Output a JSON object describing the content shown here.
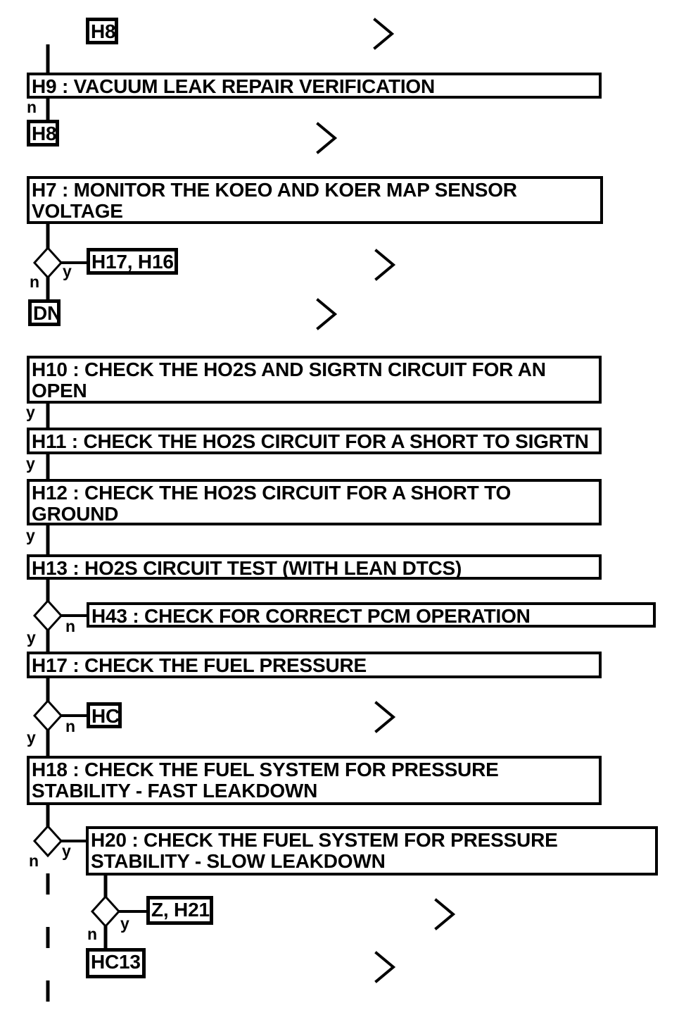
{
  "diagram": {
    "type": "flowchart",
    "ink_color": "#000000",
    "background_color": "#ffffff"
  },
  "nodes": {
    "h8_top": {
      "lines": [
        "H8"
      ]
    },
    "h9": {
      "lines": [
        "H9 : VACUUM LEAK REPAIR VERIFICATION"
      ]
    },
    "h8_return": {
      "lines": [
        "H8"
      ]
    },
    "h7": {
      "lines": [
        "H7 : MONITOR THE KOEO AND KOER MAP SENSOR",
        "VOLTAGE"
      ]
    },
    "h17_h16": {
      "lines": [
        "H17, H16"
      ]
    },
    "dn": {
      "lines": [
        "DN"
      ]
    },
    "h10": {
      "lines": [
        "H10 : CHECK THE HO2S AND SIGRTN CIRCUIT FOR AN",
        "OPEN"
      ]
    },
    "h11": {
      "lines": [
        "H11 : CHECK THE HO2S CIRCUIT FOR A SHORT TO SIGRTN"
      ]
    },
    "h12": {
      "lines": [
        "H12 : CHECK THE HO2S CIRCUIT FOR A SHORT TO",
        "GROUND"
      ]
    },
    "h13": {
      "lines": [
        "H13 : HO2S CIRCUIT TEST (WITH LEAN DTCS)"
      ]
    },
    "h43": {
      "lines": [
        "H43 : CHECK FOR CORRECT PCM OPERATION"
      ]
    },
    "h17": {
      "lines": [
        "H17 : CHECK THE FUEL PRESSURE"
      ]
    },
    "hc": {
      "lines": [
        "HC"
      ]
    },
    "h18": {
      "lines": [
        "H18 : CHECK THE FUEL SYSTEM FOR PRESSURE",
        "STABILITY - FAST LEAKDOWN"
      ]
    },
    "h20": {
      "lines": [
        "H20 : CHECK THE FUEL SYSTEM FOR PRESSURE",
        "STABILITY - SLOW LEAKDOWN"
      ]
    },
    "z_h21": {
      "lines": [
        "Z, H21"
      ]
    },
    "hc13": {
      "lines": [
        "HC13"
      ]
    }
  },
  "branch_labels": {
    "yes": "y",
    "no": "n"
  }
}
